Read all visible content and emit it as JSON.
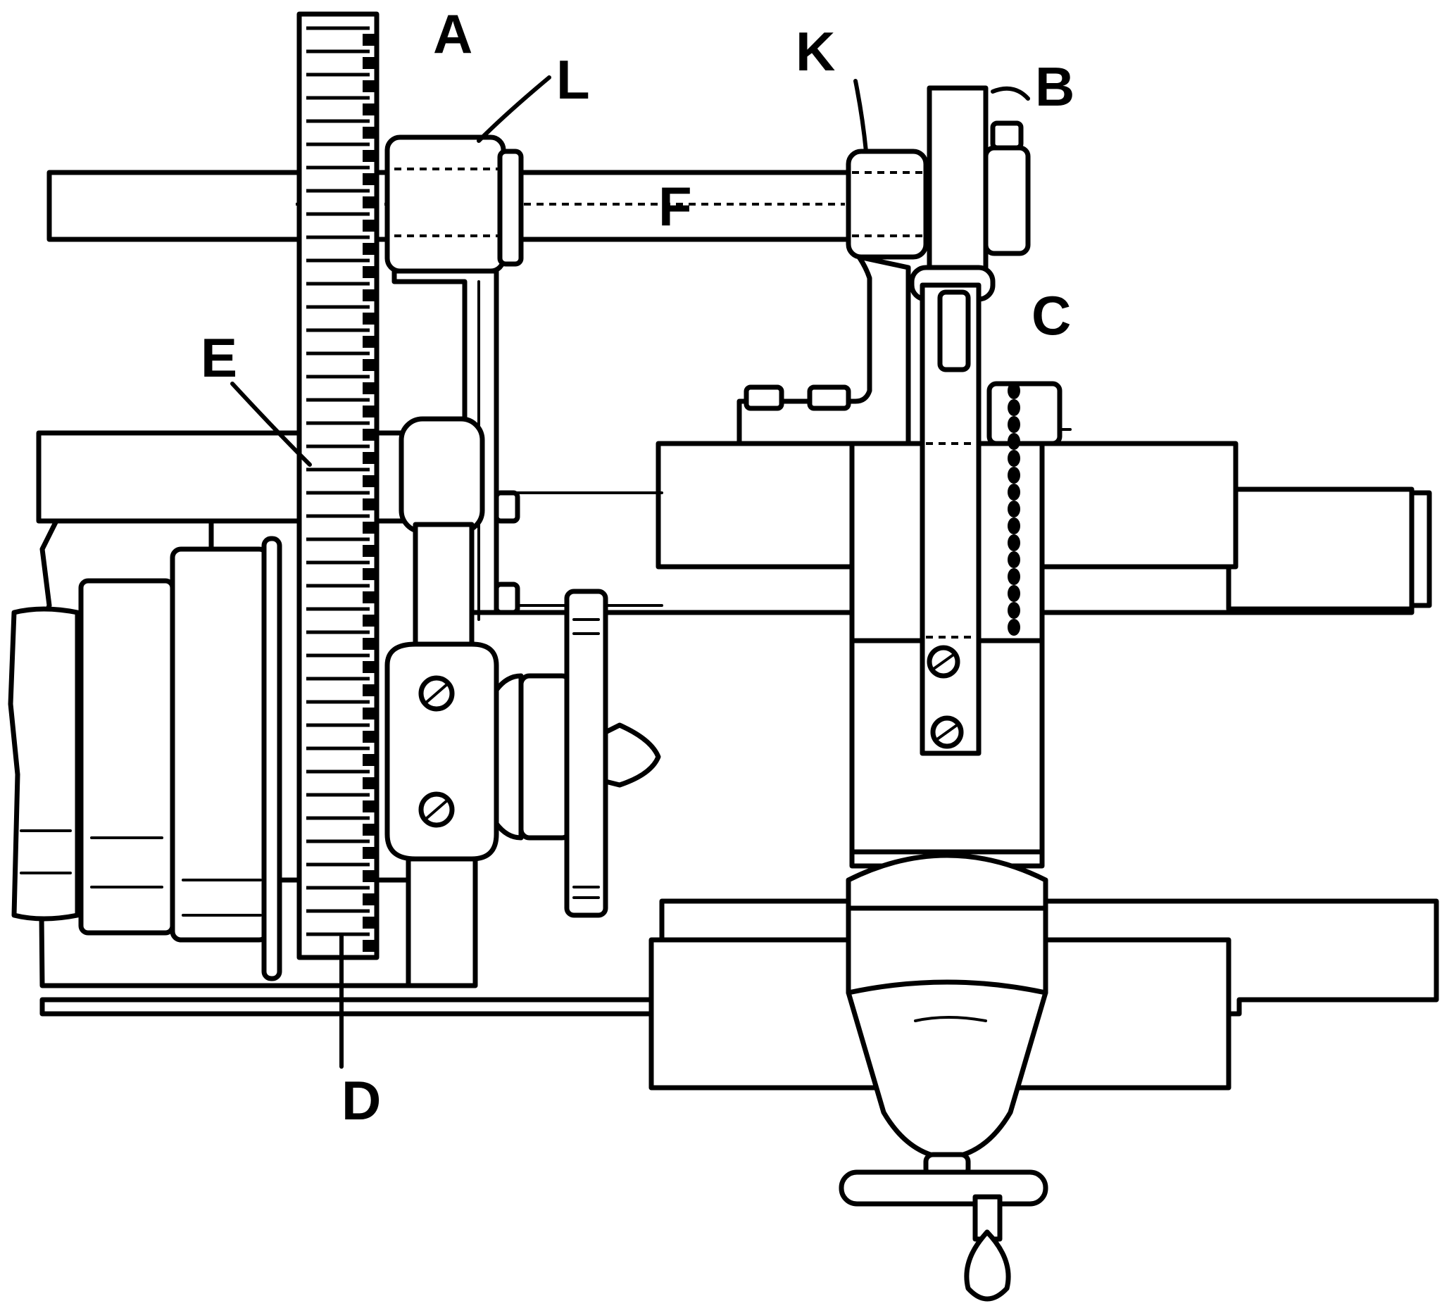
{
  "labels": {
    "A": "A",
    "B": "B",
    "C": "C",
    "D": "D",
    "E": "E",
    "F": "F",
    "K": "K",
    "L": "L"
  },
  "colors": {
    "ink": "#000000",
    "paper": "#ffffff"
  }
}
